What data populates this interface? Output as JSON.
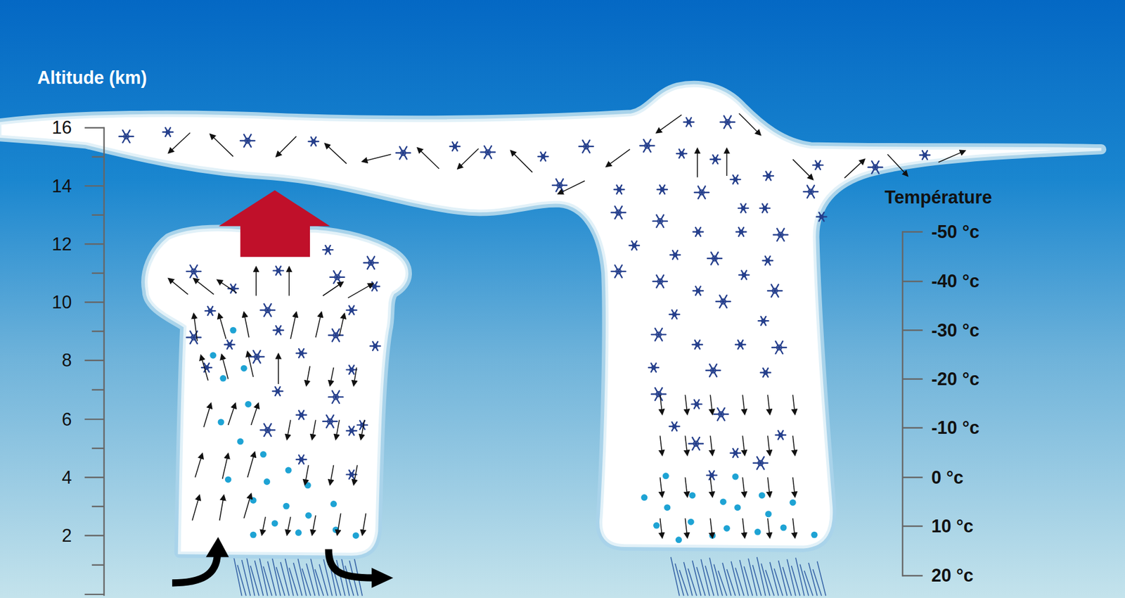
{
  "diagram": {
    "labels": [
      "Altitude (km)",
      "16",
      "14",
      "12",
      "10",
      "8",
      "6",
      "4",
      "2",
      "Température",
      "-50 °c",
      "-40 °c",
      "-30 °c",
      "-20 °c",
      "-10 °c",
      "0 °c",
      "10 °c",
      "20 °c"
    ]
  }
}
